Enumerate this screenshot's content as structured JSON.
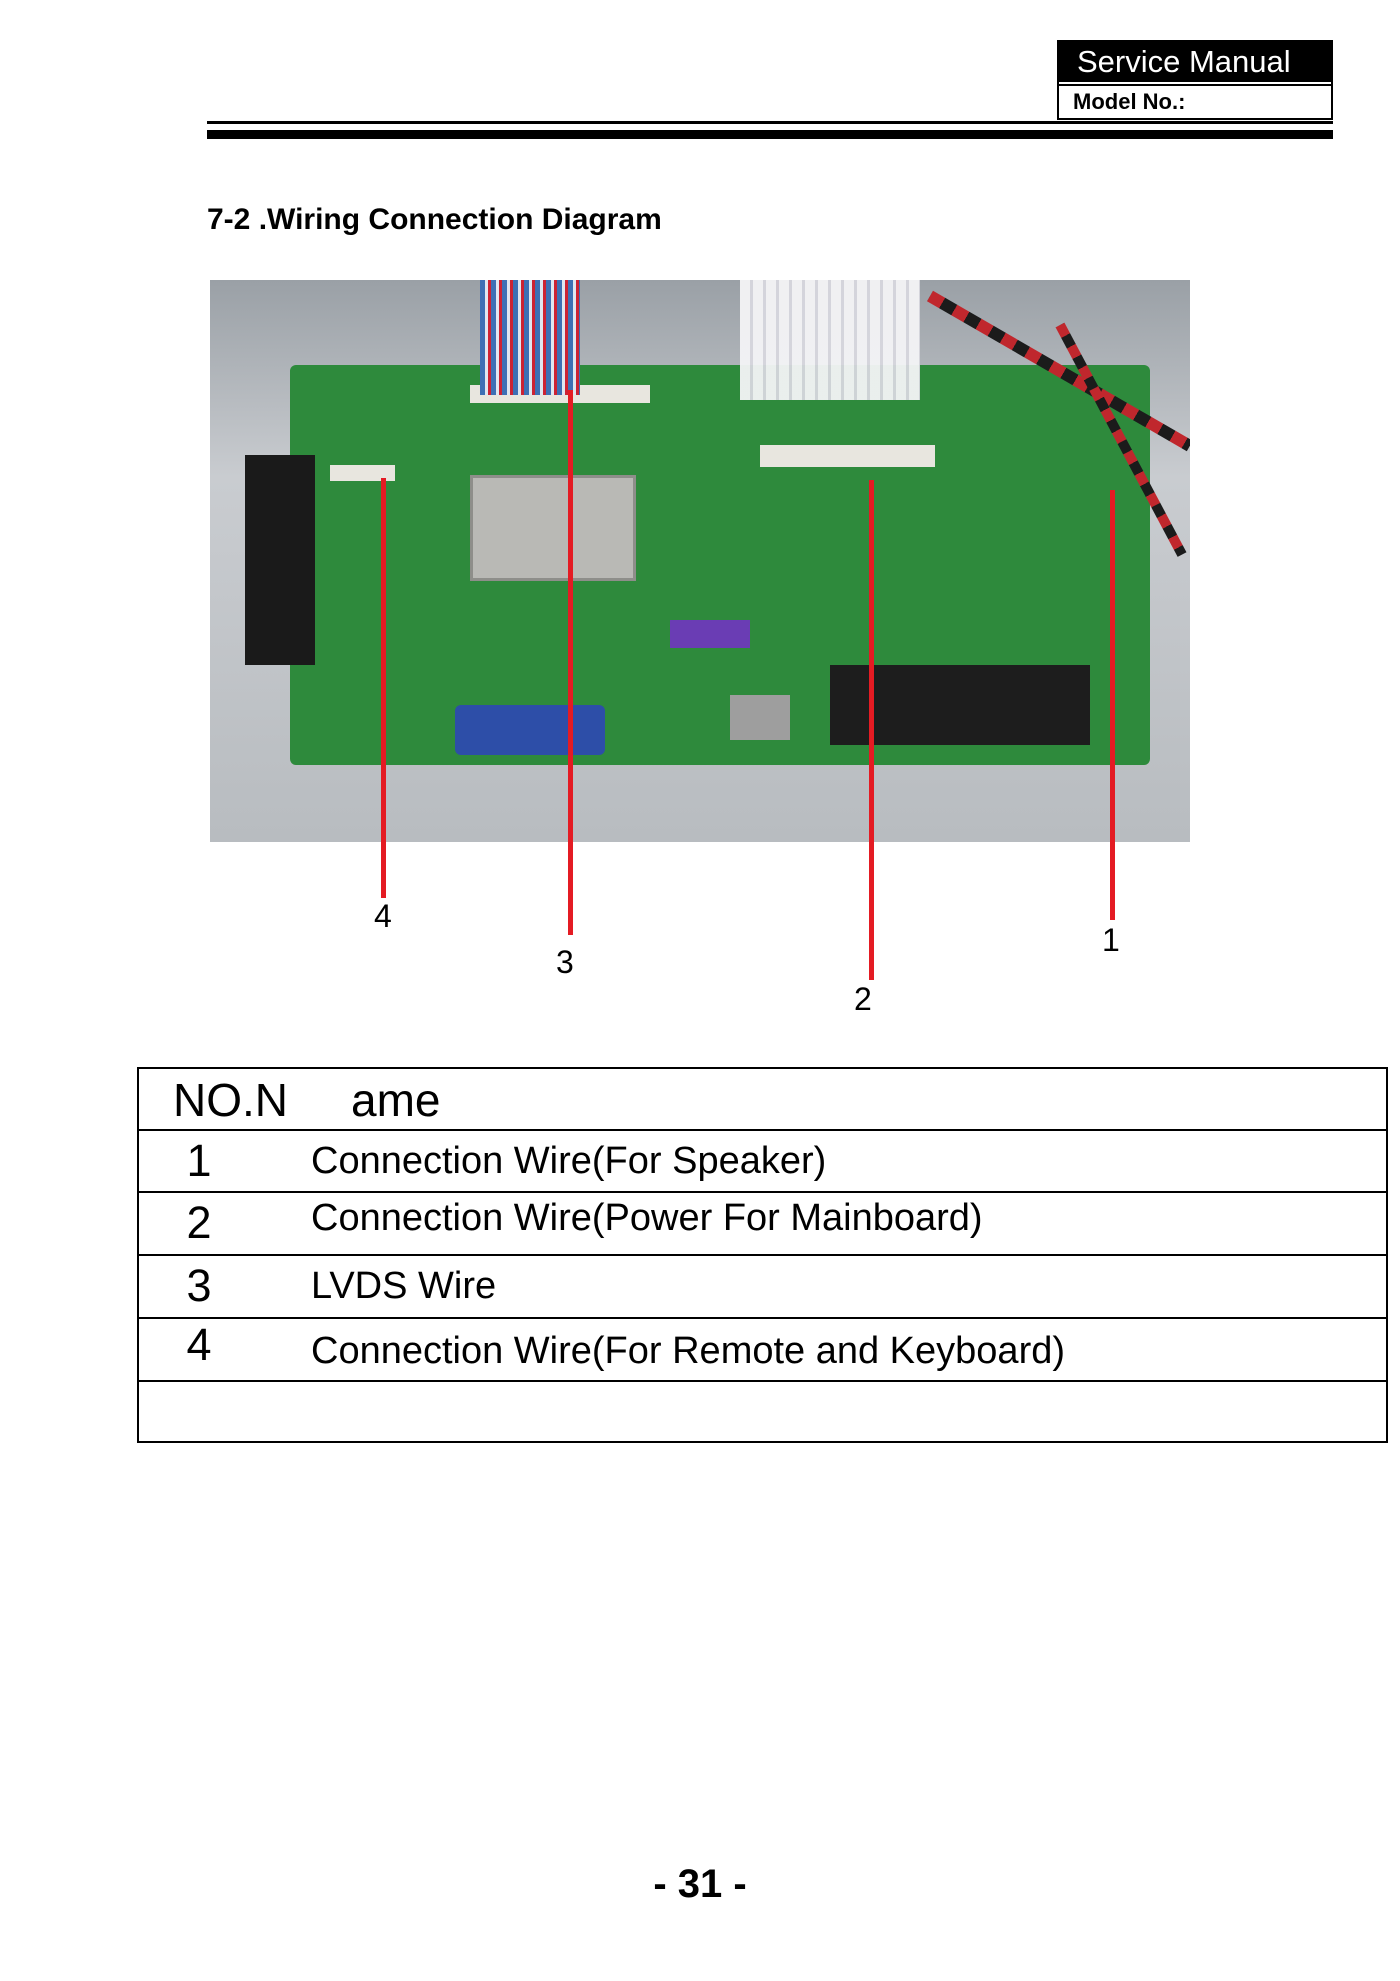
{
  "header": {
    "title": "Service Manual",
    "model_label": "Model No.:"
  },
  "section": {
    "title": "7-2 .Wiring Connection Diagram"
  },
  "diagram": {
    "callouts": [
      "1",
      "2",
      "3",
      "4"
    ]
  },
  "table": {
    "header_no": "NO.N",
    "header_name": "ame",
    "rows": [
      {
        "no": "1",
        "name": "Connection Wire(For Speaker)"
      },
      {
        "no": "2",
        "name": "Connection Wire(Power For Mainboard)"
      },
      {
        "no": "3",
        "name": "LVDS Wire"
      },
      {
        "no": "4",
        "name": "Connection Wire(For Remote and Keyboard)"
      }
    ]
  },
  "footer": {
    "page_number": "- 31 -"
  },
  "colors": {
    "leader_line": "#e41b23",
    "pcb": "#2e8a3c"
  }
}
